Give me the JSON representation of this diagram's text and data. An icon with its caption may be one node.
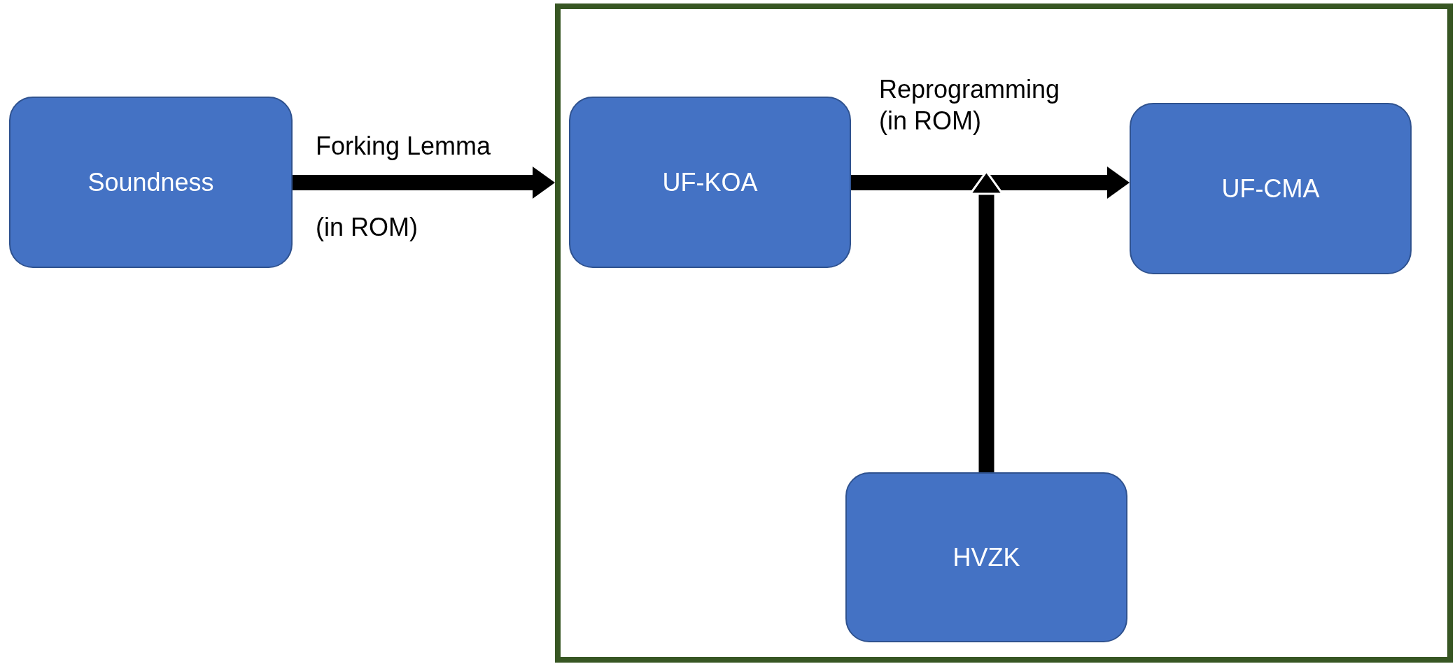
{
  "diagram": {
    "nodes": [
      {
        "text": [
          "Soundness"
        ]
      },
      {
        "text": [],
        "shape": "box"
      },
      {
        "text": [
          "UF-KOA"
        ],
        "in": 1
      },
      {
        "text": [
          "UF-CMA"
        ],
        "in": 1
      },
      {
        "text": [
          "HVZK"
        ],
        "in": 1
      }
    ],
    "edges": [
      {
        "from": 0,
        "to": 1,
        "arrow": "to",
        "label": "Forking Lemma"
      },
      {
        "from": 2,
        "to": 3,
        "arrow": "to",
        "label": "Reprogramming (in ROM)"
      },
      {
        "from": 4,
        "to": null,
        "arrow": "to"
      }
    ],
    "labels": [
      "(in ROM)"
    ]
  }
}
